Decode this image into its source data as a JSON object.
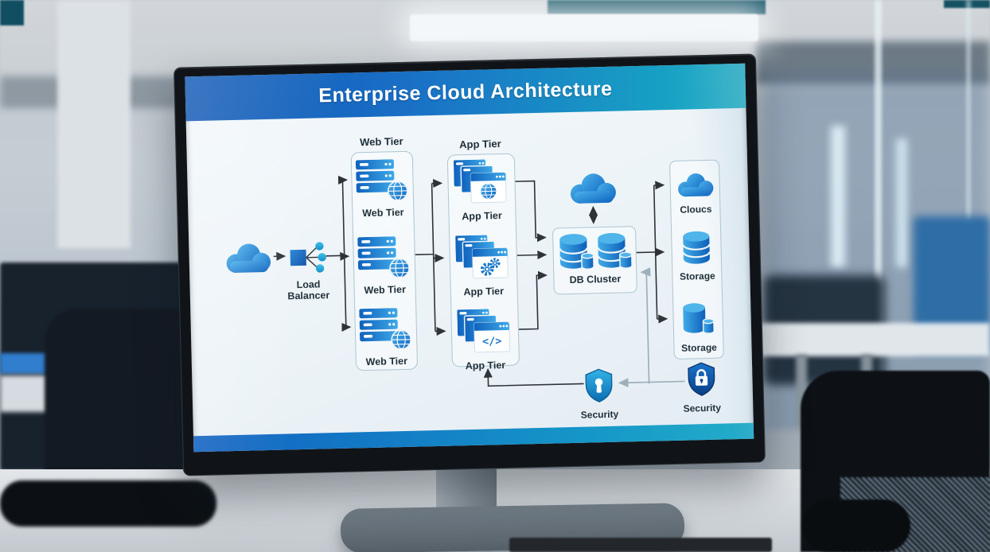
{
  "diagram": {
    "title": "Enterprise Cloud Architecture",
    "headers": {
      "web": "Web Tier",
      "app": "App Tier"
    },
    "nodes": {
      "load_balancer": {
        "label": "Load Balancer"
      },
      "web_1": {
        "label": "Web Tier"
      },
      "web_2": {
        "label": "Web Tier"
      },
      "web_3": {
        "label": "Web Tier"
      },
      "app_1": {
        "label": "App Tier"
      },
      "app_2": {
        "label": "App Tier"
      },
      "app_3": {
        "label": "App Tier"
      },
      "db_cluster": {
        "label": "DB Cluster"
      },
      "clouds": {
        "label": "Cloucs"
      },
      "storage_1": {
        "label": "Storage"
      },
      "storage_2": {
        "label": "Storage"
      },
      "security_1": {
        "label": "Security"
      },
      "security_2": {
        "label": "Security"
      }
    },
    "icon_glyphs": {
      "code": "</>"
    },
    "colors": {
      "banner_left": "#0d55b4",
      "banner_right": "#2db4c8",
      "icon_blue_light": "#47b0ec",
      "icon_blue_dark": "#0d63be",
      "connector_dark": "#2e3338",
      "connector_gray": "#9db0ba",
      "slide_background": "#eef4f8"
    }
  }
}
